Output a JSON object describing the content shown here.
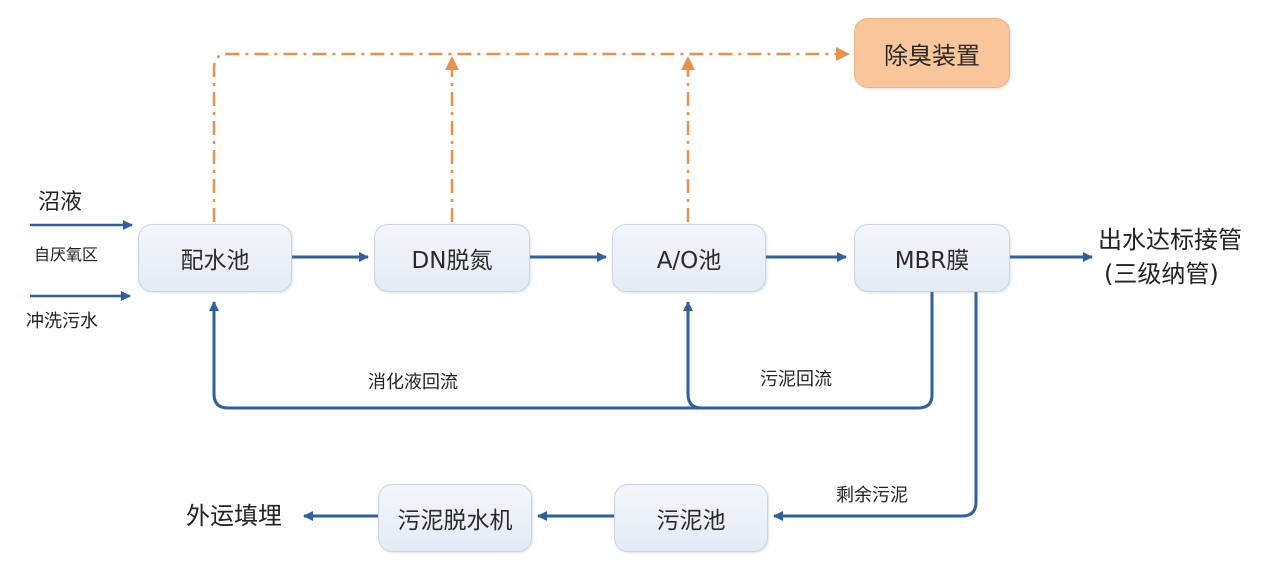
{
  "nodes": {
    "mix_tank": "配水池",
    "dn": "DN脱氮",
    "ao": "A/O池",
    "mbr": "MBR膜",
    "deodor": "除臭装置",
    "sludge_tank": "污泥池",
    "dewater": "污泥脱水机"
  },
  "inputs": {
    "biogas_slurry": "沼液",
    "zone": "自厌氧区",
    "flush": "冲洗污水"
  },
  "outputs": {
    "discharge_1": "出水达标接管",
    "discharge_2": "(三级纳管)",
    "landfill": "外运填埋"
  },
  "flows": {
    "nitrified_return": "消化液回流",
    "sludge_return": "污泥回流",
    "excess_sludge": "剩余污泥"
  },
  "colors": {
    "flow_line": "#2e5f9e",
    "odor_line": "#e8914a",
    "box_fill": "#eaf0f7",
    "deodor_fill": "#f9c59b"
  }
}
